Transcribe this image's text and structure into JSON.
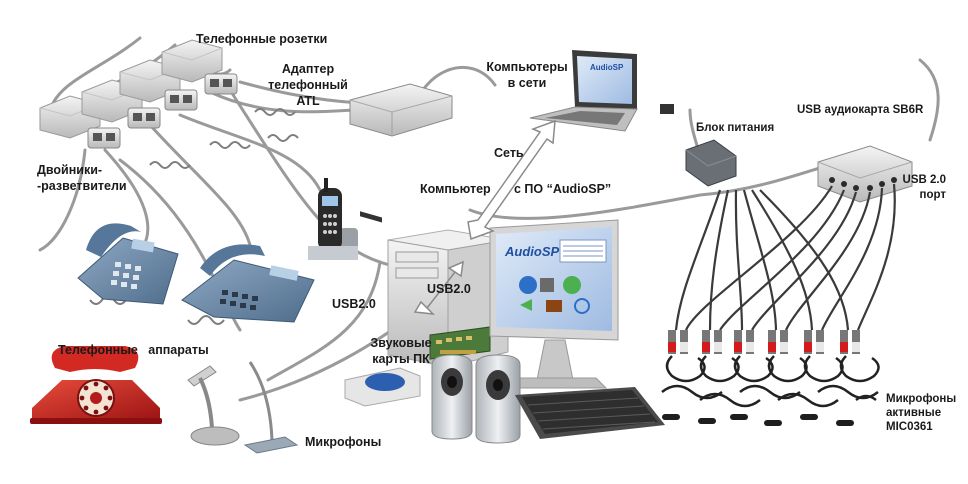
{
  "labels": {
    "tel_sockets": "Телефонные розетки",
    "adapter_1": "Адаптер",
    "adapter_2": "телефонный",
    "adapter_3": "ATL",
    "computers_1": "Компьютеры",
    "computers_2": "в сети",
    "net": "Сеть",
    "computer_1": "Компьютер",
    "computer_2": "с ПО “AudioSP”",
    "power": "Блок питания",
    "usb_card": "USB аудиокарта SB6R",
    "usb2_port_1": "USB 2.0",
    "usb2_port_2": "порт",
    "splitters_1": "Двойники-",
    "splitters_2": "-разветвители",
    "phones": "Телефонные   аппараты",
    "usb_left": "USB2.0",
    "usb_center": "USB2.0",
    "soundcards_1": "Звуковые",
    "soundcards_2": "карты ПК",
    "mics": "Микрофоны",
    "mics_active_1": "Микрофоны",
    "mics_active_2": "активные",
    "mics_active_3": "MIC0361"
  },
  "screen_brand": "AudioSP",
  "colors": {
    "phone_blue": "#6f8ca8",
    "phone_red": "#c81e1e",
    "cable_gray": "#9a9a9a",
    "device_silver": "#dcdcdc",
    "screen_blue": "#3a6fc8"
  },
  "icons": [
    "telephone-socket-icon",
    "splitter-icon",
    "atl-adapter-icon",
    "laptop-icon",
    "cordless-phone-icon",
    "desk-phone-icon",
    "rotary-phone-icon",
    "desktop-computer-icon",
    "monitor-icon",
    "speaker-icon",
    "keyboard-icon",
    "mouse-icon",
    "sound-card-icon",
    "microphone-icon",
    "power-supply-icon",
    "usb-audio-card-icon",
    "rca-connector-icon",
    "active-microphone-icon",
    "double-arrow-icon"
  ]
}
